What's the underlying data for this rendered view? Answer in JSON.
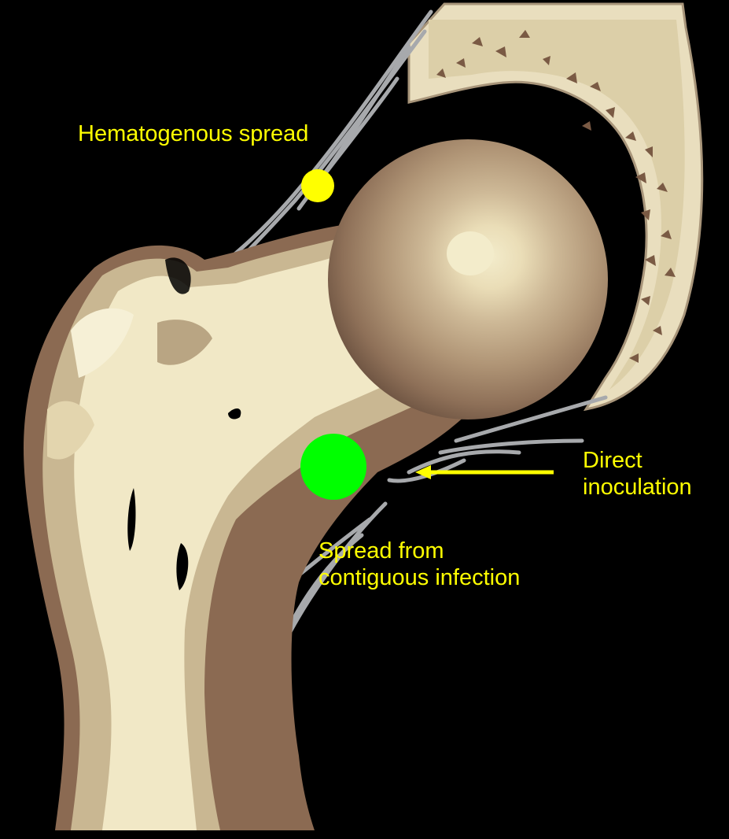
{
  "labels": {
    "hematogenous": "Hematogenous spread",
    "direct": "Direct\ninoculation",
    "contiguous": "Spread from\ncontiguous infection"
  },
  "colors": {
    "background": "#000000",
    "label_text": "#FFFF00",
    "hematogenous_marker": "#FFFF00",
    "contiguous_marker": "#00FF00",
    "direct_arrow": "#FFFF00",
    "bone_light": "#F1E8C6",
    "bone_mid": "#C9B792",
    "bone_dark": "#8B6A52",
    "ligament": "#A7A9AC"
  },
  "icons": {
    "hematogenous_marker": "yellow-dot-icon",
    "contiguous_marker": "green-dot-icon",
    "direct_arrow": "left-arrow-icon"
  }
}
